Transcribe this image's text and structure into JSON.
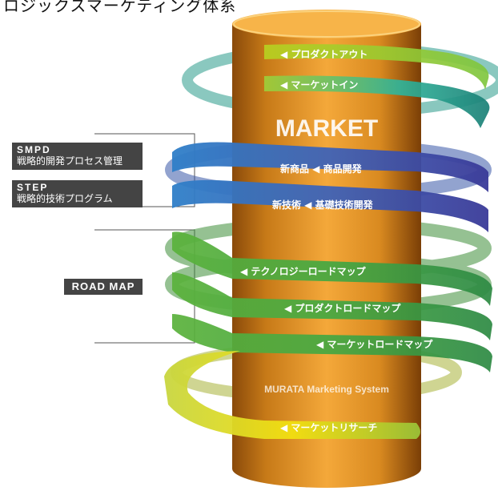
{
  "title": "ロジックスマーケティング体系",
  "left_labels": {
    "smpd": {
      "code": "SMPD",
      "name": "戦略的開発プロセス管理"
    },
    "step": {
      "code": "STEP",
      "name": "戦略的技術プログラム"
    },
    "roadmap": {
      "code": "ROAD MAP"
    }
  },
  "cylinder": {
    "market": "MARKET",
    "system_name": "MURATA Marketing System"
  },
  "bands": [
    {
      "label": "◀ プロダクトアウト",
      "color": "#9acc1f"
    },
    {
      "label": "◀ マーケットイン",
      "color": "#2bb7a2"
    },
    {
      "label": "新商品 ◀ 商品開発",
      "color": "#3a6fc0"
    },
    {
      "label": "新技術 ◀ 基礎技術開発",
      "color": "#4a4aa6"
    },
    {
      "label": "◀ テクノロジーロードマップ",
      "color": "#3ea33a"
    },
    {
      "label": "◀ プロダクトロードマップ",
      "color": "#3ea33a"
    },
    {
      "label": "◀ マーケットロードマップ",
      "color": "#3ea33a"
    },
    {
      "label": "◀ マーケットリサーチ",
      "color": "#d9d82a"
    }
  ]
}
